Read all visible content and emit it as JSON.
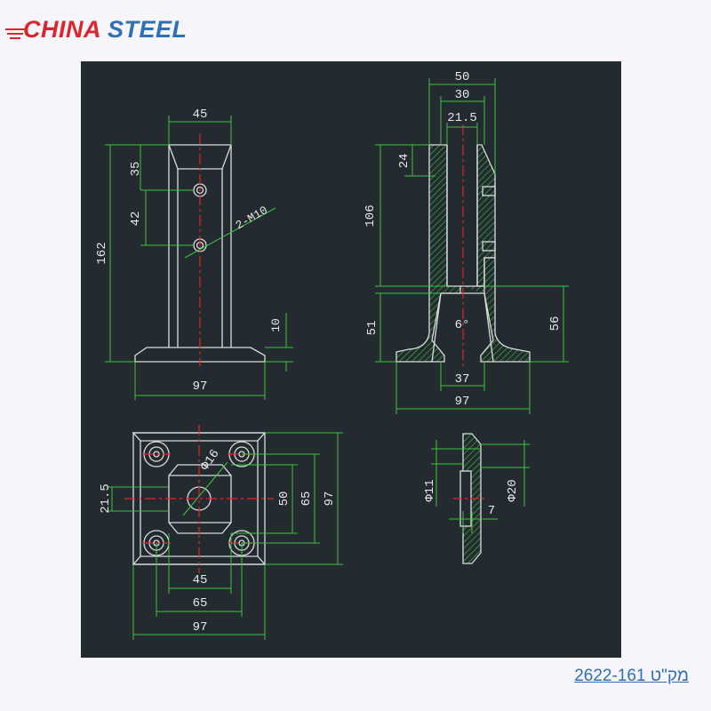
{
  "logo": {
    "word1": "CHINA",
    "word2": "STEEL",
    "primary_color": "#d9252b",
    "secondary_color": "#2e6fb5"
  },
  "drawing": {
    "background": "#232a30",
    "line_color": "#dcdcdc",
    "dimension_color": "#3ec43e",
    "centerline_color": "#e02828",
    "front_view": {
      "top_width": "45",
      "hole_spacing_top": "35",
      "hole_spacing": "42",
      "total_height": "162",
      "thread_note": "2-M10",
      "base_thickness": "10",
      "base_width": "97"
    },
    "side_view": {
      "overall_top": "50",
      "slot_outer": "30",
      "slot_inner": "21.5",
      "lip_height": "24",
      "upper_height": "106",
      "base_height": "51",
      "angle": "6°",
      "right_height": "56",
      "bore": "37",
      "base_width": "97"
    },
    "plan_view": {
      "hole_dia": "Φ16",
      "left_dim": "21.5",
      "inner_height": "50",
      "hole_pitch_v": "65",
      "outer_height": "97",
      "inner_width": "45",
      "hole_pitch_h": "65",
      "outer_width": "97"
    },
    "gasket_view": {
      "inner_dia": "Φ11",
      "outer_dia": "Φ20",
      "thickness": "7"
    }
  },
  "sku": "2622-161 מק\"ט"
}
